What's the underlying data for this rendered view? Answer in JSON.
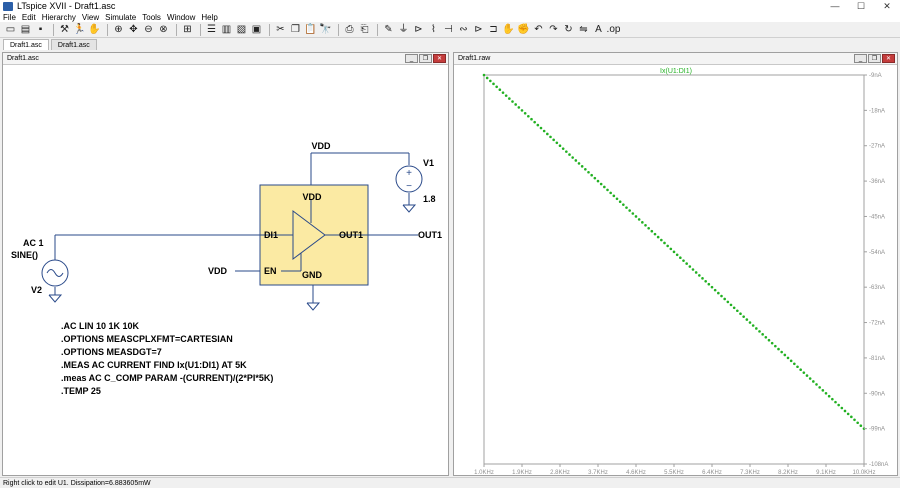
{
  "window": {
    "title": "LTspice XVII - Draft1.asc"
  },
  "menu": [
    "File",
    "Edit",
    "Hierarchy",
    "View",
    "Simulate",
    "Tools",
    "Window",
    "Help"
  ],
  "tabs": [
    "Draft1.asc",
    "Draft1.asc"
  ],
  "schematic": {
    "title": "Draft1.asc",
    "v1_name": "V1",
    "v1_value": "1.8",
    "v2_name": "V2",
    "v2_value1": "AC 1",
    "v2_value2": "SINE()",
    "vdd_top": "VDD",
    "vdd_in": "VDD",
    "pin_vdd": "VDD",
    "pin_di1": "DI1",
    "pin_en": "EN",
    "pin_out1": "OUT1",
    "pin_gnd": "GND",
    "net_out1": "OUT1",
    "directives": [
      ".AC LIN 10 1K 10K",
      ".OPTIONS MEASCPLXFMT=CARTESIAN",
      ".OPTIONS MEASDGT=7",
      ".MEAS AC CURRENT FIND Ix(U1:DI1) AT 5K",
      ".meas AC C_COMP PARAM -(CURRENT)/(2*PI*5K)",
      ".TEMP 25"
    ]
  },
  "plot": {
    "title": "Draft1.raw",
    "colors": {
      "trace": "#22b022",
      "axis": "#a0a0a0"
    }
  },
  "chart_data": {
    "type": "scatter",
    "title": "",
    "series": [
      {
        "name": "Ix(U1:DI1)",
        "x_start": 1000,
        "x_end": 10000,
        "y_start": -9,
        "y_end": -99
      }
    ],
    "xlim": [
      1000,
      10000
    ],
    "ylim": [
      -9,
      -108
    ],
    "x_ticks": [
      "1.0KHz",
      "1.9KHz",
      "2.8KHz",
      "3.7KHz",
      "4.6KHz",
      "5.5KHz",
      "6.4KHz",
      "7.3KHz",
      "8.2KHz",
      "9.1KHz",
      "10.0KHz"
    ],
    "y_ticks": [
      "-9nA",
      "-18nA",
      "-27nA",
      "-36nA",
      "-45nA",
      "-54nA",
      "-63nA",
      "-72nA",
      "-81nA",
      "-90nA",
      "-99nA",
      "-108nA"
    ],
    "grid": false
  },
  "status": {
    "text": "Right click to edit U1.  Dissipation=6.883605mW"
  }
}
